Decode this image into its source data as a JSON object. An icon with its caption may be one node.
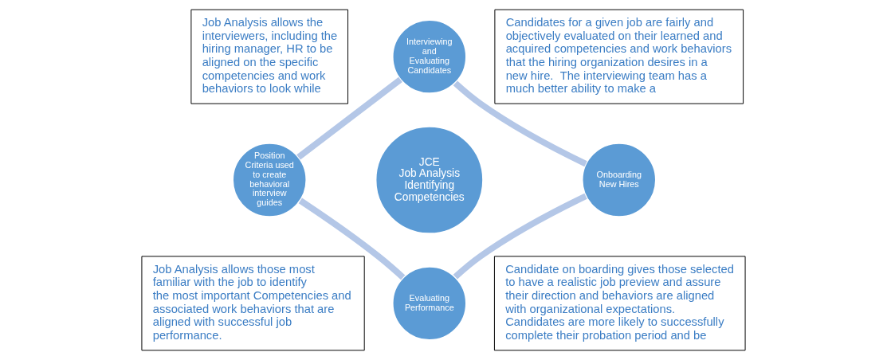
{
  "diagram": {
    "nodes": [
      {
        "text": [
          "Job Analysis allows the interviewers, including the hiring manager, HR to be aligned on the specific competencies and work behaviors to look while"
        ]
      },
      {
        "text": [
          "Interviewing and Evaluating Candidates"
        ]
      },
      {
        "text": [
          "Candidates for a given job are fairly and objectively evaluated on their learned and acquired competencies and work behaviors that the hiring organization desires in a new hire.  The interviewing team has a much better ability to make a"
        ]
      },
      {
        "text": [
          "Position Criteria used to create behavioral interview guides"
        ]
      },
      {
        "text": [
          "JCE",
          "Job Analysis",
          "Identifying Competencies"
        ]
      },
      {
        "text": [
          "Onboarding New Hires"
        ]
      },
      {
        "text": [
          "Job Analysis allows those most familiar with the job to identify the most important Competencies and associated work behaviors that are aligned with successful job performance."
        ]
      },
      {
        "text": [
          "Evaluating Performance"
        ]
      },
      {
        "text": [
          "Candidate on boarding gives those selected to have a realistic job preview and assure their direction and behaviors are aligned with organizational expectations. Candidates are more likely to successfully complete their probation period and be"
        ]
      }
    ],
    "edges": [
      {
        "from": 1,
        "to": 5,
        "arrow": "none"
      },
      {
        "from": 5,
        "to": 7,
        "arrow": "none"
      },
      {
        "from": 7,
        "to": 3,
        "arrow": "none"
      },
      {
        "from": 3,
        "to": 1,
        "arrow": "none"
      }
    ]
  }
}
